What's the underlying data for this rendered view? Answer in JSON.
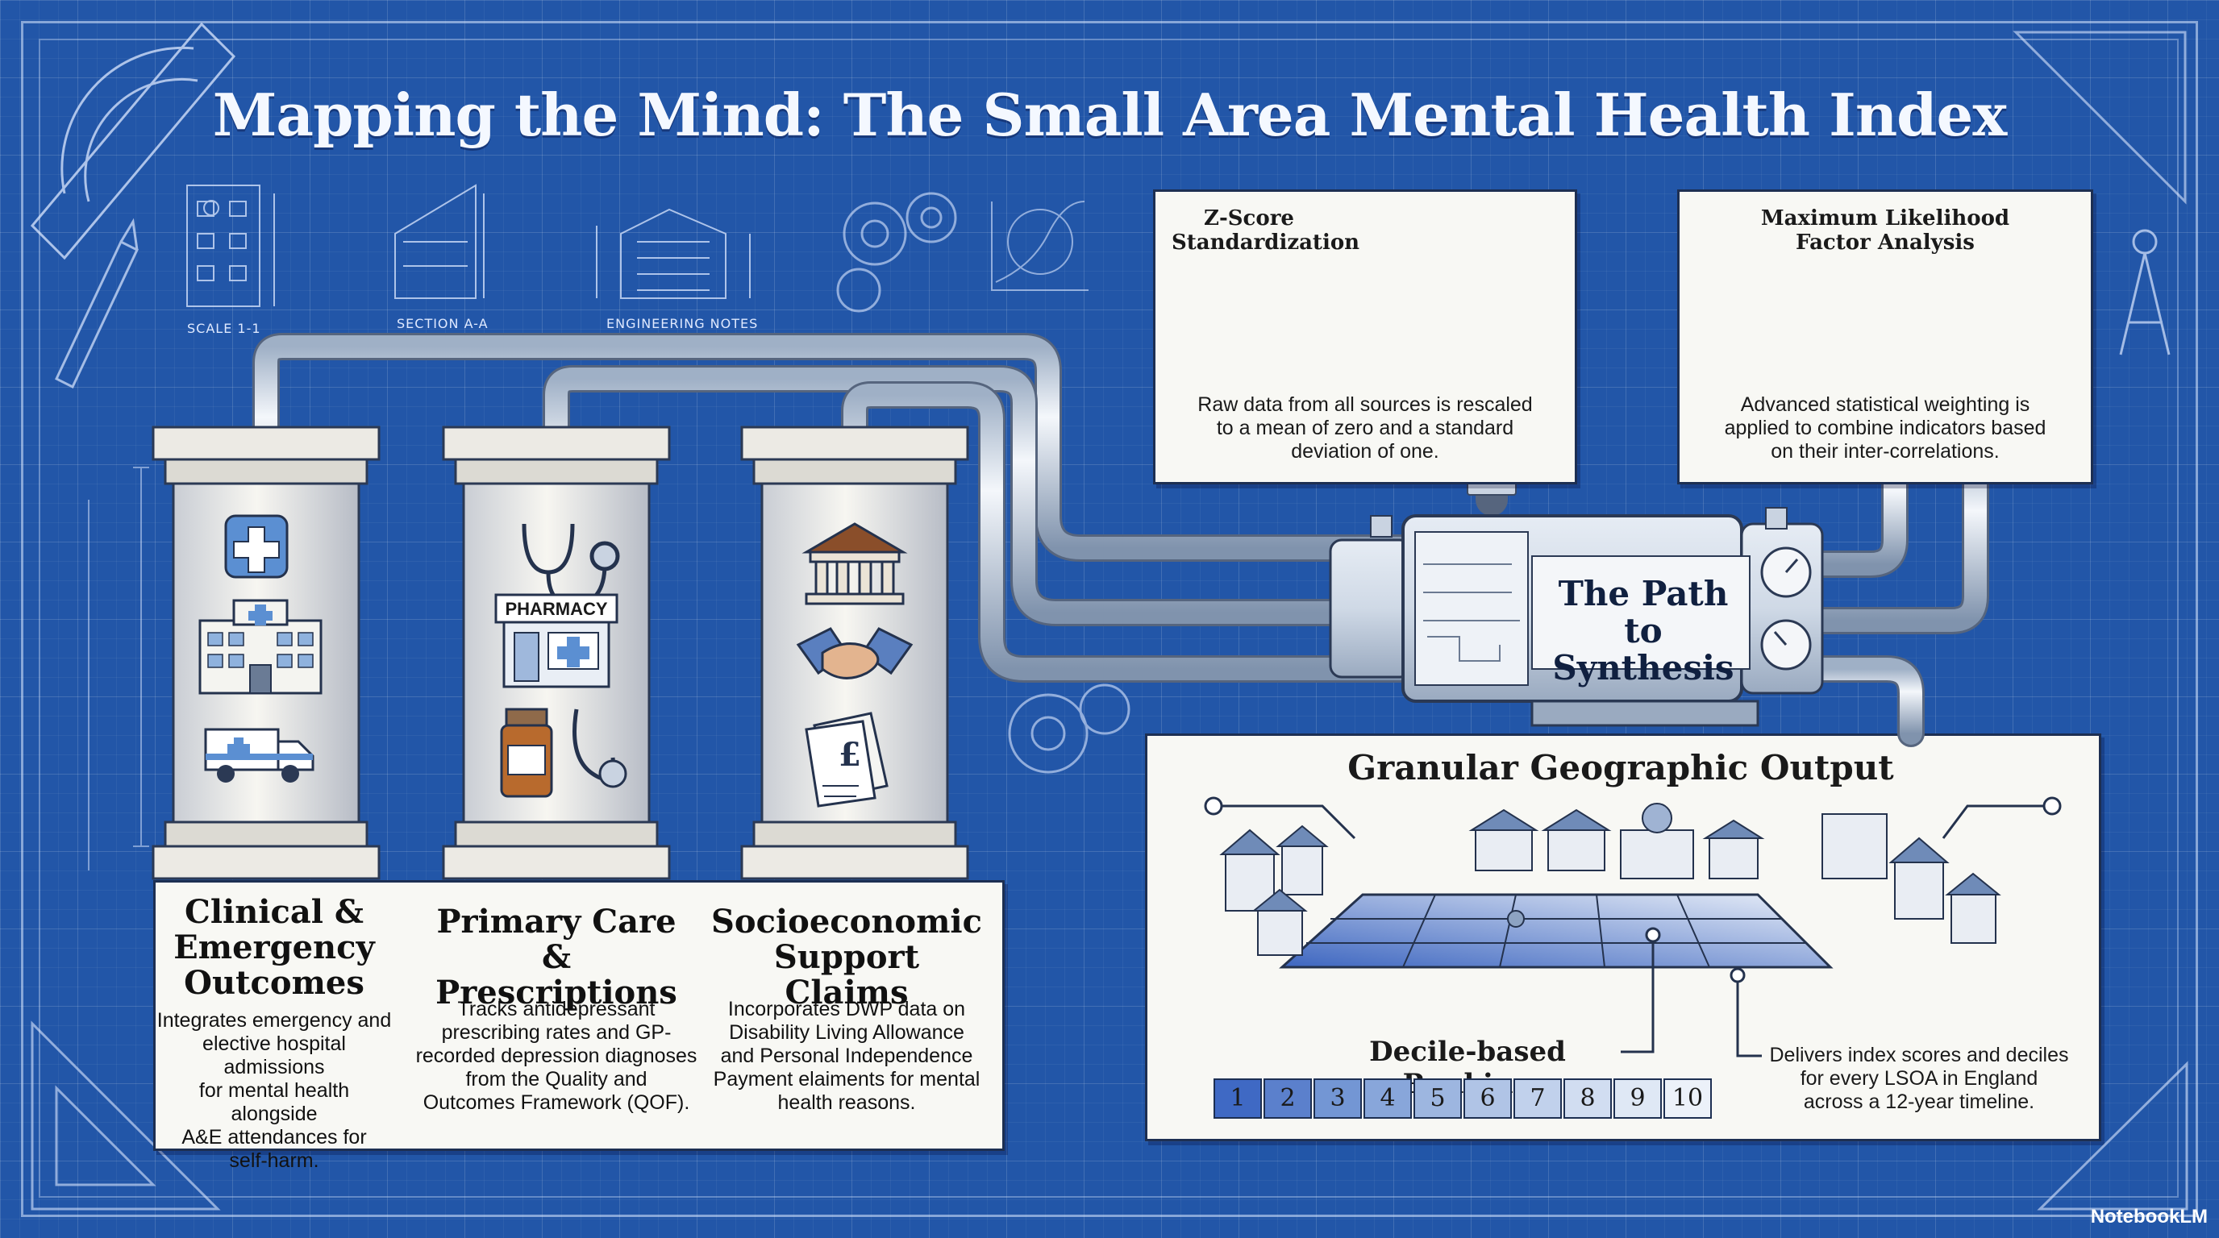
{
  "title": "Mapping the Mind: The Small Area Mental Health Index",
  "sketch_labels": {
    "scale": "SCALE 1-1",
    "section": "SECTION A-A",
    "notes": "ENGINEERING NOTES"
  },
  "pillars": [
    {
      "title_lines": [
        "Clinical &",
        "Emergency",
        "Outcomes"
      ],
      "body_lines": [
        "Integrates emergency and",
        "elective hospital admissions",
        "for mental health alongside",
        "A&E attendances for",
        "self-harm."
      ],
      "icons": [
        "medical-cross-icon",
        "hospital-icon",
        "ambulance-icon"
      ]
    },
    {
      "title_lines": [
        "Primary Care",
        "& Prescriptions"
      ],
      "body_lines": [
        "Tracks antidepressant",
        "prescribing rates and GP-",
        "recorded depression diagnoses",
        "from the Quality and",
        "Outcomes Framework (QOF)."
      ],
      "icons": [
        "stethoscope-icon",
        "pharmacy-icon",
        "medicine-bottle-icon"
      ],
      "pharmacy_sign": "PHARMACY"
    },
    {
      "title_lines": [
        "Socioeconomic",
        "Support Claims"
      ],
      "body_lines": [
        "Incorporates DWP data on",
        "Disability Living Allowance",
        "and Personal Independence",
        "Payment elaiments for mental",
        "health reasons."
      ],
      "icons": [
        "government-building-icon",
        "handshake-icon",
        "pound-document-icon"
      ]
    }
  ],
  "zscore": {
    "title_lines": [
      "Z-Score",
      "Standardization"
    ],
    "body_lines": [
      "Raw data from all sources is rescaled",
      "to a mean of zero and a standard",
      "deviation of one."
    ]
  },
  "factor": {
    "title_lines": [
      "Maximum Likelihood",
      "Factor Analysis"
    ],
    "body_lines": [
      "Advanced statistical weighting is",
      "applied to combine indicators based",
      "on their inter-correlations."
    ]
  },
  "machine": {
    "title_lines": [
      "The Path to",
      "Synthesis"
    ]
  },
  "output": {
    "title": "Granular Geographic Output",
    "ranking_label": "Decile-based Ranking",
    "deciles": [
      "1",
      "2",
      "3",
      "4",
      "5",
      "6",
      "7",
      "8",
      "9",
      "10"
    ],
    "decile_colors": [
      "#3f69c4",
      "#5b80cc",
      "#7396d4",
      "#88a6da",
      "#9db6e0",
      "#b0c4e6",
      "#c1d1ec",
      "#d1ddf1",
      "#dfe8f5",
      "#ecf1f9"
    ],
    "note_lines": [
      "Delivers index scores and deciles",
      "for every LSOA in England",
      "across a 12-year timeline."
    ]
  },
  "brand": "NotebookLM",
  "colors": {
    "blueprint": "#2256a8",
    "ink": "#1d2f52",
    "paper": "#f8f8f4"
  }
}
